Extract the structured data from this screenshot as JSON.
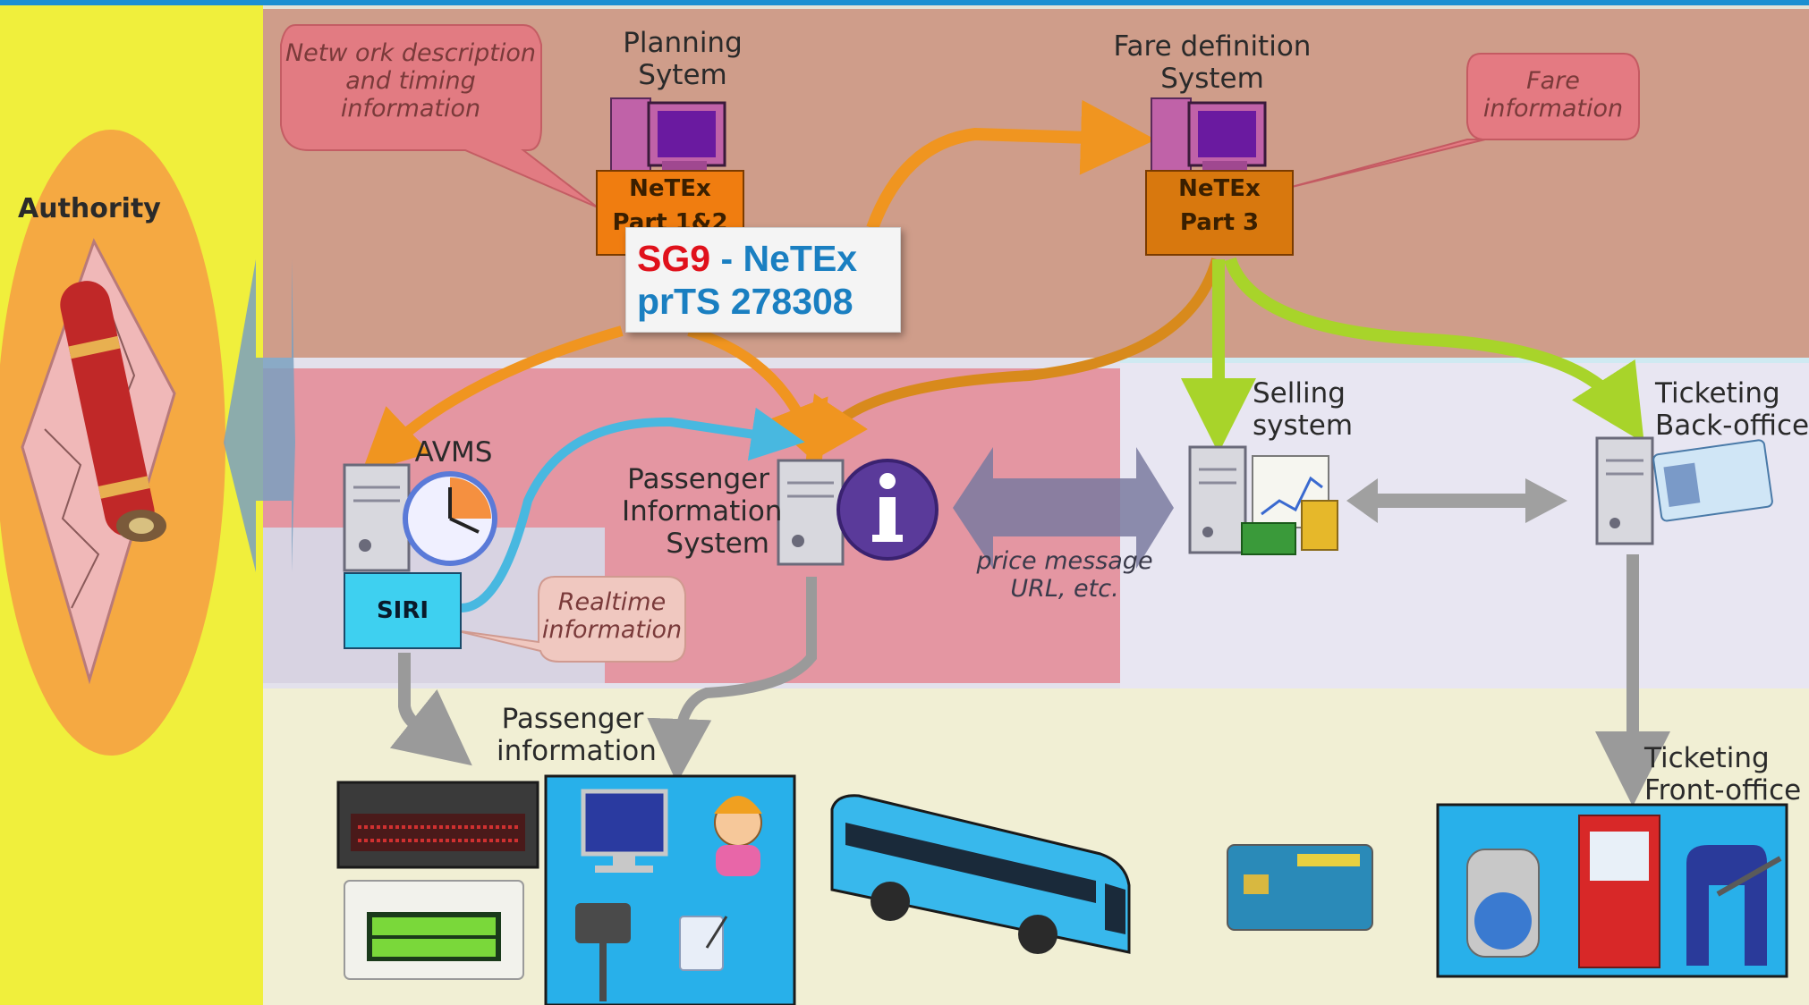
{
  "authority": {
    "label": "Authority"
  },
  "planning": {
    "label": "Planning\nSytem",
    "netex": "NeTEx\nPart 1&2"
  },
  "fare": {
    "label": "Fare definition\nSystem",
    "netex": "NeTEx\nPart 3"
  },
  "bubbles": {
    "network": "Netw ork description\nand timing\ninformation",
    "fare_info": "Fare\ninformation",
    "realtime": "Realtime\ninformation"
  },
  "callout": {
    "sg9": "SG9",
    "sep": " - ",
    "netex": "NeTEx",
    "prts": "prTS 278308"
  },
  "avms": {
    "label": "AVMS",
    "siri": "SIRI"
  },
  "pis": {
    "label": "Passenger\nInformation\nSystem"
  },
  "selling": {
    "label": "Selling\nsystem"
  },
  "ticketing_back": {
    "label": "Ticketing\nBack-office"
  },
  "price_message": "price message\nURL, etc.",
  "passenger_info": {
    "label": "Passenger\ninformation"
  },
  "ticketing_front": {
    "label": "Ticketing\nFront-office"
  },
  "colors": {
    "authority_bg": "#f0ef3c",
    "planning_band": "#cf9d8a",
    "pink_zone": "#e48f9b",
    "lavender_zone": "#e6e4f0",
    "bottom_band": "#f1efd4",
    "netex_box": "#f07d10",
    "siri_box": "#3ed0f0",
    "arrow_orange": "#f09520",
    "arrow_green": "#a8d42a",
    "arrow_grey": "#9a9a9a",
    "arrow_blue": "#48b8e0",
    "frame_blue": "#1b8fd1"
  }
}
